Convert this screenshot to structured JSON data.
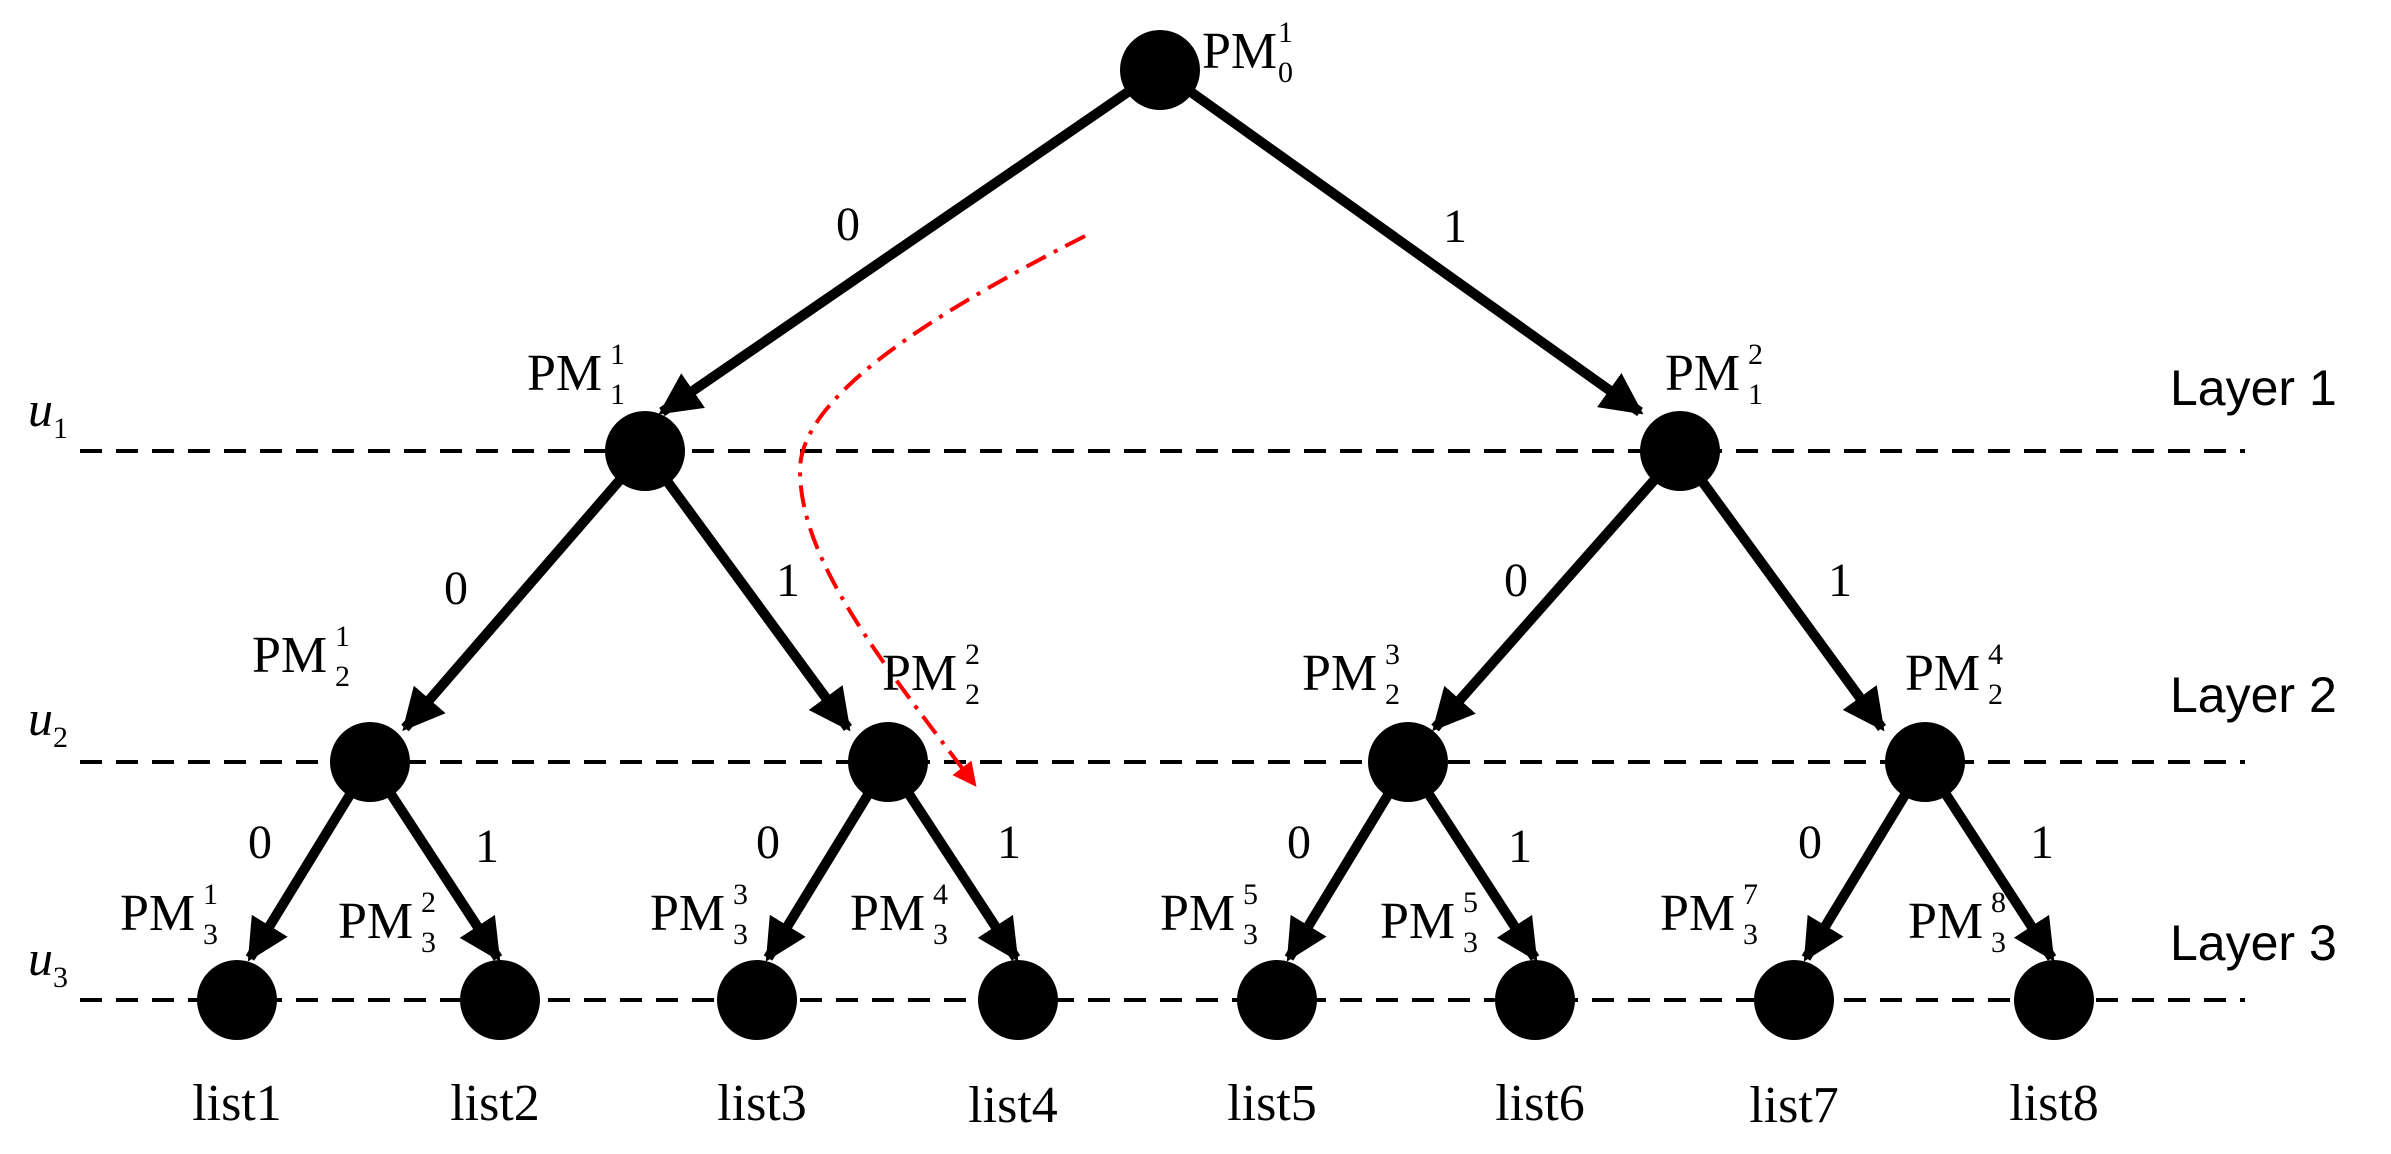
{
  "nodes": [
    {
      "id": "root",
      "base": "PM",
      "sup": "1",
      "sub": "0"
    },
    {
      "id": "l1a",
      "base": "PM",
      "sup": "1",
      "sub": "1"
    },
    {
      "id": "l1b",
      "base": "PM",
      "sup": "2",
      "sub": "1"
    },
    {
      "id": "l2a",
      "base": "PM",
      "sup": "1",
      "sub": "2"
    },
    {
      "id": "l2b",
      "base": "PM",
      "sup": "2",
      "sub": "2"
    },
    {
      "id": "l2c",
      "base": "PM",
      "sup": "3",
      "sub": "2"
    },
    {
      "id": "l2d",
      "base": "PM",
      "sup": "4",
      "sub": "2"
    },
    {
      "id": "l3a",
      "base": "PM",
      "sup": "1",
      "sub": "3"
    },
    {
      "id": "l3b",
      "base": "PM",
      "sup": "2",
      "sub": "3"
    },
    {
      "id": "l3c",
      "base": "PM",
      "sup": "3",
      "sub": "3"
    },
    {
      "id": "l3d",
      "base": "PM",
      "sup": "4",
      "sub": "3"
    },
    {
      "id": "l3e",
      "base": "PM",
      "sup": "5",
      "sub": "3"
    },
    {
      "id": "l3f",
      "base": "PM",
      "sup": "5",
      "sub": "3"
    },
    {
      "id": "l3g",
      "base": "PM",
      "sup": "7",
      "sub": "3"
    },
    {
      "id": "l3h",
      "base": "PM",
      "sup": "8",
      "sub": "3"
    }
  ],
  "edges": [
    {
      "from": "root",
      "to": "l1a",
      "label": "0"
    },
    {
      "from": "root",
      "to": "l1b",
      "label": "1"
    },
    {
      "from": "l1a",
      "to": "l2a",
      "label": "0"
    },
    {
      "from": "l1a",
      "to": "l2b",
      "label": "1"
    },
    {
      "from": "l1b",
      "to": "l2c",
      "label": "0"
    },
    {
      "from": "l1b",
      "to": "l2d",
      "label": "1"
    },
    {
      "from": "l2a",
      "to": "l3a",
      "label": "0"
    },
    {
      "from": "l2a",
      "to": "l3b",
      "label": "1"
    },
    {
      "from": "l2b",
      "to": "l3c",
      "label": "0"
    },
    {
      "from": "l2b",
      "to": "l3d",
      "label": "1"
    },
    {
      "from": "l2c",
      "to": "l3e",
      "label": "0"
    },
    {
      "from": "l2c",
      "to": "l3f",
      "label": "1"
    },
    {
      "from": "l2d",
      "to": "l3g",
      "label": "0"
    },
    {
      "from": "l2d",
      "to": "l3h",
      "label": "1"
    }
  ],
  "layers": [
    {
      "label": "Layer 1",
      "u": "u",
      "u_sub": "1"
    },
    {
      "label": "Layer 2",
      "u": "u",
      "u_sub": "2"
    },
    {
      "label": "Layer 3",
      "u": "u",
      "u_sub": "3"
    }
  ],
  "lists": [
    "list1",
    "list2",
    "list3",
    "list4",
    "list5",
    "list6",
    "list7",
    "list8"
  ],
  "colors": {
    "node": "#000000",
    "edge": "#000000",
    "path": "#ff0000",
    "dash": "#000000"
  }
}
